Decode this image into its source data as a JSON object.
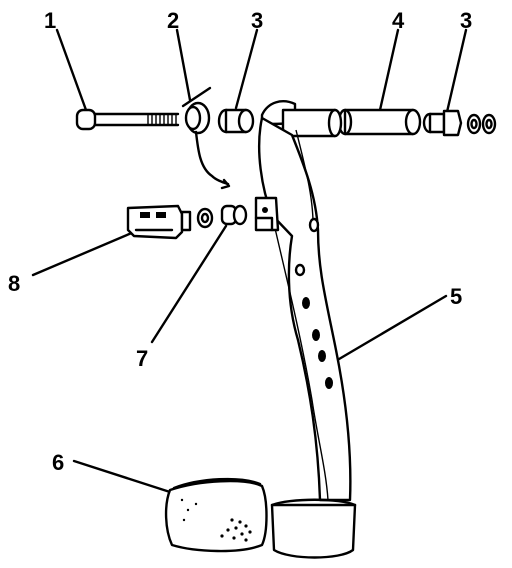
{
  "callouts": [
    {
      "id": "1",
      "label": "1"
    },
    {
      "id": "2",
      "label": "2"
    },
    {
      "id": "3a",
      "label": "3"
    },
    {
      "id": "4",
      "label": "4"
    },
    {
      "id": "3b",
      "label": "3"
    },
    {
      "id": "5",
      "label": "5"
    },
    {
      "id": "6",
      "label": "6"
    },
    {
      "id": "7",
      "label": "7"
    },
    {
      "id": "8",
      "label": "8"
    }
  ]
}
